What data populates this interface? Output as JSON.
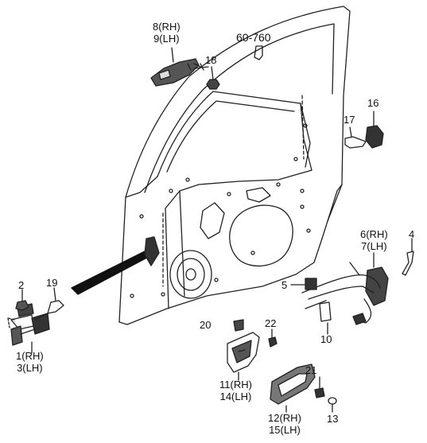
{
  "diagram": {
    "ref_code": "60-760",
    "callouts": [
      {
        "id": "c8-9",
        "lines": [
          "8(RH)",
          "9(LH)"
        ]
      },
      {
        "id": "c18",
        "lines": [
          "18"
        ]
      },
      {
        "id": "c16",
        "lines": [
          "16"
        ]
      },
      {
        "id": "c17",
        "lines": [
          "17"
        ]
      },
      {
        "id": "c6-7",
        "lines": [
          "6(RH)",
          "7(LH)"
        ]
      },
      {
        "id": "c4",
        "lines": [
          "4"
        ]
      },
      {
        "id": "c5",
        "lines": [
          "5"
        ]
      },
      {
        "id": "c10",
        "lines": [
          "10"
        ]
      },
      {
        "id": "c2",
        "lines": [
          "2"
        ]
      },
      {
        "id": "c19",
        "lines": [
          "19"
        ]
      },
      {
        "id": "c1-3",
        "lines": [
          "1(RH)",
          "3(LH)"
        ]
      },
      {
        "id": "c20",
        "lines": [
          "20"
        ]
      },
      {
        "id": "c22",
        "lines": [
          "22"
        ]
      },
      {
        "id": "c11-14",
        "lines": [
          "11(RH)",
          "14(LH)"
        ]
      },
      {
        "id": "c21",
        "lines": [
          "21"
        ]
      },
      {
        "id": "c12-15",
        "lines": [
          "12(RH)",
          "15(LH)"
        ]
      },
      {
        "id": "c13",
        "lines": [
          "13"
        ]
      }
    ]
  }
}
